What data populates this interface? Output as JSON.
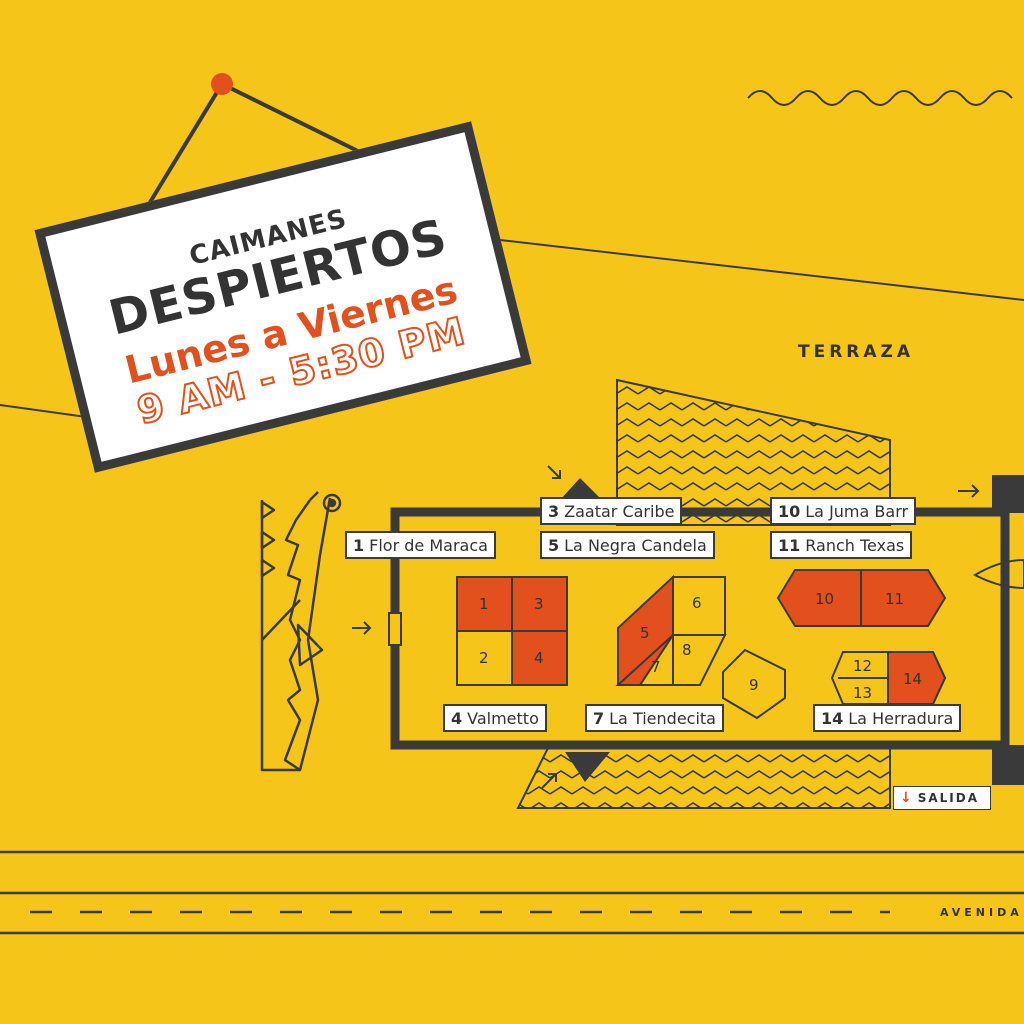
{
  "sign": {
    "kicker": "CAIMANES",
    "title": "DESPIERTOS",
    "days": "Lunes a Viernes",
    "hours": "9 AM - 5:30 PM"
  },
  "areas": {
    "terraza": "TERRAZA",
    "exit": "SALIDA",
    "avenue": "AVENIDA"
  },
  "vendors": [
    {
      "num": "1",
      "name": "Flor de Maraca"
    },
    {
      "num": "3",
      "name": "Zaatar Caribe"
    },
    {
      "num": "5",
      "name": "La Negra Candela"
    },
    {
      "num": "10",
      "name": "La Juma Barr"
    },
    {
      "num": "11",
      "name": "Ranch Texas"
    },
    {
      "num": "4",
      "name": "Valmetto"
    },
    {
      "num": "7",
      "name": "La Tiendecita"
    },
    {
      "num": "14",
      "name": "La Herradura"
    }
  ],
  "stalls": [
    "1",
    "2",
    "3",
    "4",
    "5",
    "6",
    "7",
    "8",
    "9",
    "10",
    "11",
    "12",
    "13",
    "14"
  ],
  "icons": {
    "mascot": "crocodile-icon",
    "arrow": "arrow-icon",
    "pin": "pin-icon"
  },
  "colors": {
    "background": "#F6C519",
    "accent": "#E2501E",
    "ink": "#3a3a3a"
  }
}
